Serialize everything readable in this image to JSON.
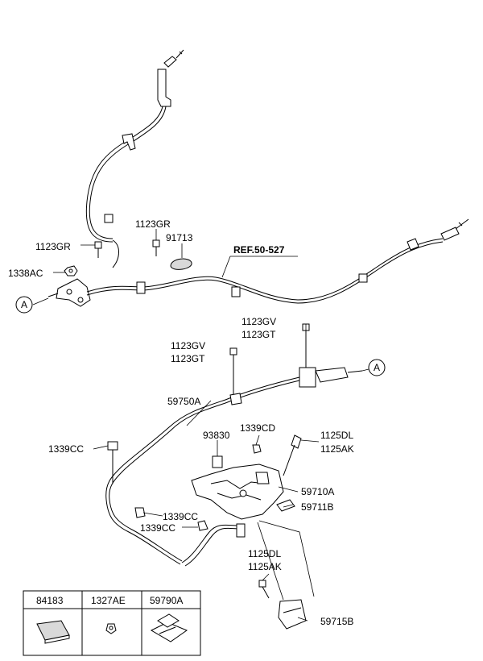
{
  "callouts": {
    "c_1123GR_left": "1123GR",
    "c_1338AC": "1338AC",
    "c_1123GR_right": "1123GR",
    "c_91713": "91713",
    "c_ref": "REF.50-527",
    "c_A_left": "A",
    "c_1123GV_top": "1123GV",
    "c_1123GT_top": "1123GT",
    "c_1123GV_mid": "1123GV",
    "c_1123GT_mid": "1123GT",
    "c_A_right": "A",
    "c_59750A": "59750A",
    "c_93830": "93830",
    "c_1339CD": "1339CD",
    "c_1125DL_top": "1125DL",
    "c_1125AK_top": "1125AK",
    "c_1339CC_left": "1339CC",
    "c_59710A": "59710A",
    "c_59711B": "59711B",
    "c_1339CC_mid": "1339CC",
    "c_1339CC_low": "1339CC",
    "c_1125DL_low": "1125DL",
    "c_1125AK_low": "1125AK",
    "c_59715B": "59715B"
  },
  "legend_table": {
    "headers": [
      "84183",
      "1327AE",
      "59790A"
    ]
  }
}
